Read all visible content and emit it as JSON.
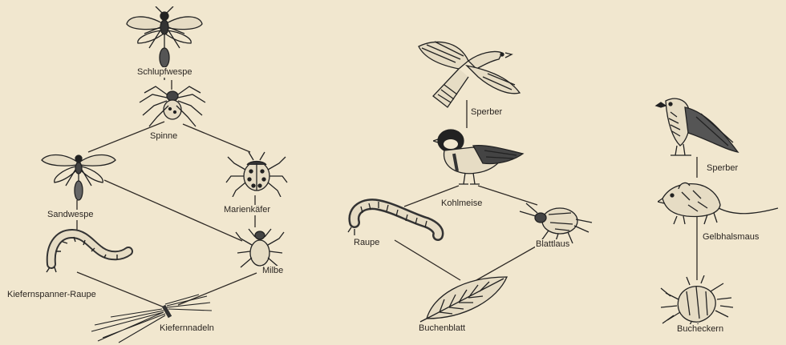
{
  "web_1": {
    "labels": {
      "schlupfwespe": "Schlupfwespe",
      "spinne": "Spinne",
      "sandwespe": "Sandwespe",
      "marienkaefer": "Marienkäfer",
      "milbe": "Milbe",
      "kiefernspanner_raupe": "Kiefernspanner-Raupe",
      "kiefernnadeln": "Kiefernnadeln"
    }
  },
  "web_2": {
    "labels": {
      "sperber": "Sperber",
      "kohlmeise": "Kohlmeise",
      "raupe": "Raupe",
      "blattlaus": "Blattlaus",
      "buchenblatt": "Buchenblatt"
    }
  },
  "web_3": {
    "labels": {
      "sperber": "Sperber",
      "gelbhalsmaus": "Gelbhalsmaus",
      "buchecker": "Bucheckern"
    }
  }
}
